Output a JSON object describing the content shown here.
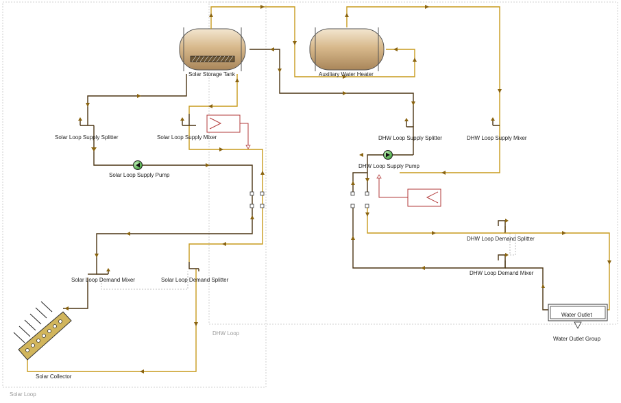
{
  "groups": {
    "solar_loop": "Solar Loop",
    "dhw_loop": "DHW Loop"
  },
  "components": {
    "solar_storage_tank": "Solar Storage Tank",
    "auxiliary_water_heater": "Auxiliary Water Heater",
    "solar_loop_supply_splitter": "Solar Loop Supply Splitter",
    "solar_loop_supply_mixer": "Solar Loop Supply Mixer",
    "solar_loop_supply_pump": "Solar Loop Supply Pump",
    "solar_loop_demand_mixer": "Solar Loop Demand Mixer",
    "solar_loop_demand_splitter": "Solar Loop Demand Splitter",
    "solar_collector": "Solar Collector",
    "dhw_loop_supply_splitter": "DHW Loop Supply Splitter",
    "dhw_loop_supply_mixer": "DHW Loop Supply Mixer",
    "dhw_loop_supply_pump": "DHW Loop Supply Pump",
    "dhw_loop_demand_splitter": "DHW Loop Demand Splitter",
    "dhw_loop_demand_mixer": "DHW Loop Demand Mixer",
    "water_outlet": "Water Outlet",
    "water_outlet_group": "Water Outlet Group"
  },
  "colors": {
    "supply_pipe": "#4a3412",
    "return_pipe": "#c79a1c",
    "setpoint_manager": "#b23a3a",
    "pump_fill": "#4caf50",
    "tank_fill": "#d8b98c",
    "group_border": "#c4c4c4"
  }
}
